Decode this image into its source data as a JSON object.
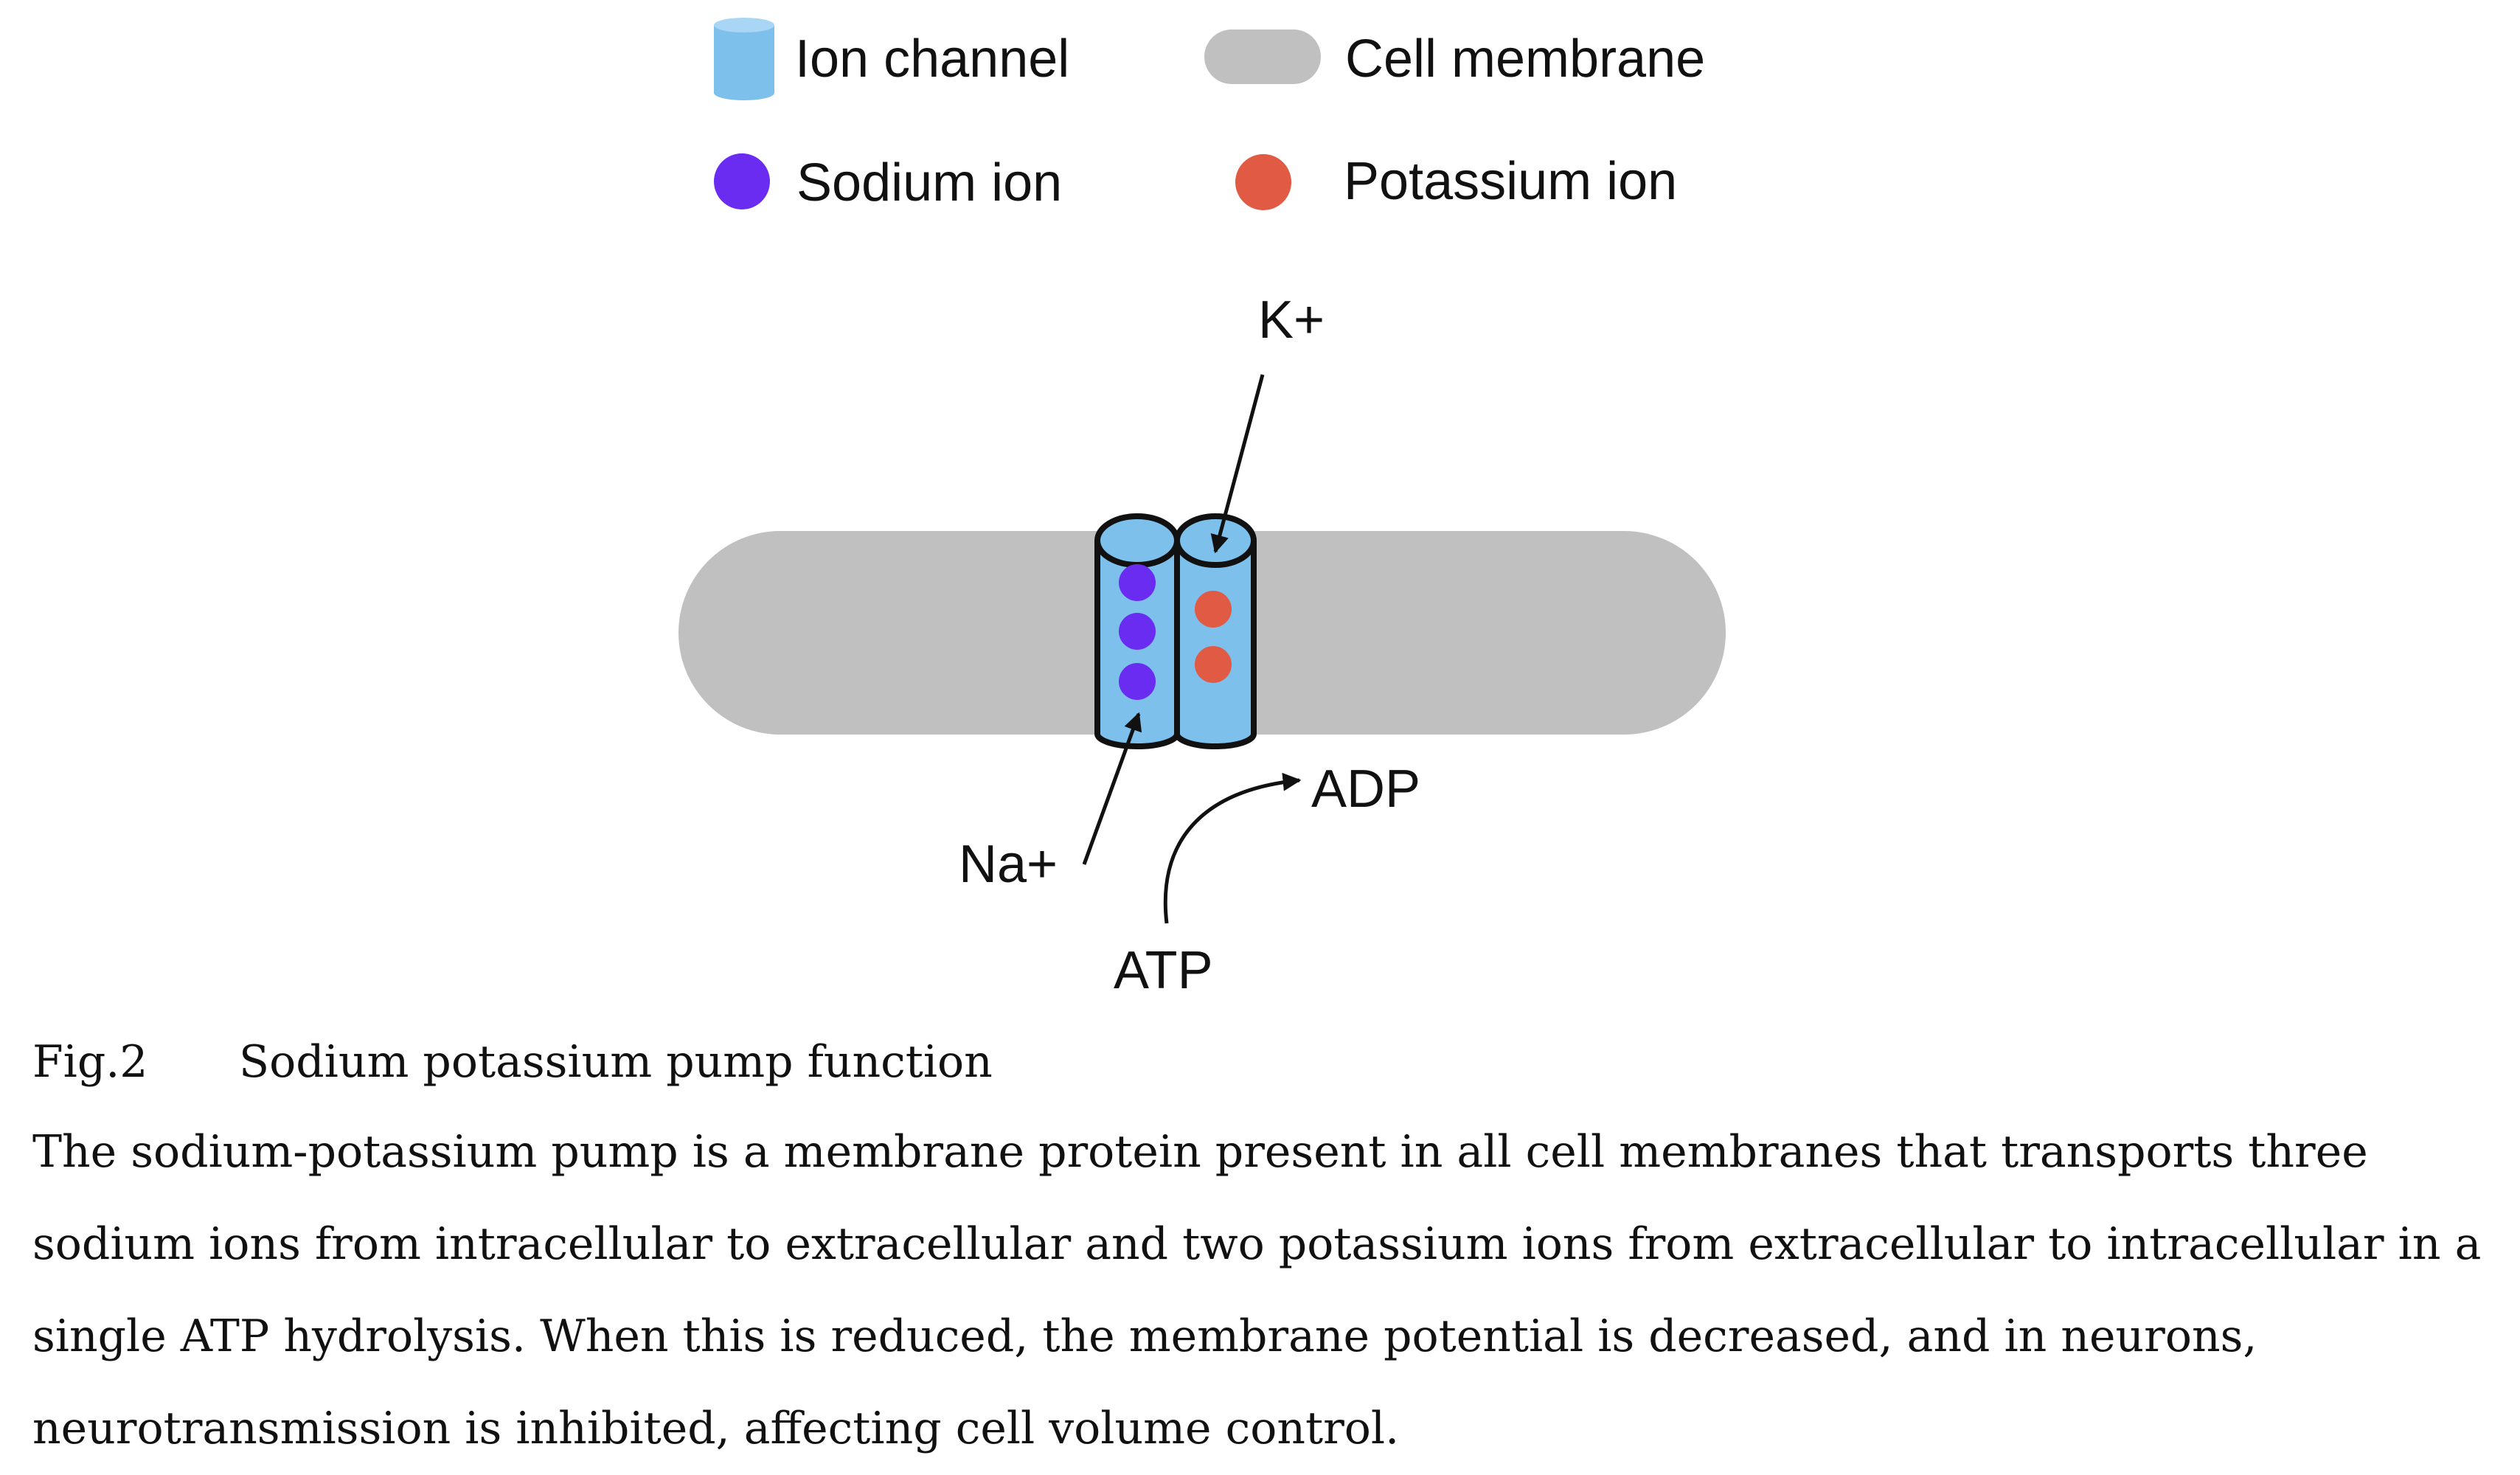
{
  "legend": {
    "ion_channel": "Ion channel",
    "cell_membrane": "Cell membrane",
    "sodium_ion": "Sodium ion",
    "potassium_ion": "Potassium ion"
  },
  "labels": {
    "k_plus": "K+",
    "na_plus": "Na+",
    "adp": "ADP",
    "atp": "ATP"
  },
  "caption": {
    "fig_number": "Fig.2",
    "fig_title": "Sodium potassium pump function",
    "description": "The sodium-potassium pump is a membrane protein present in all cell membranes that transports three sodium ions from intracellular to extracellular and two potassium ions from extracellular to intracellular in a single ATP hydrolysis. When this is reduced, the membrane potential is decreased, and in neurons, neurotransmission is inhibited, affecting cell volume control."
  },
  "colors": {
    "channel": "#7dc0ec",
    "membrane": "#c0c0c0",
    "sodium": "#6a2cf0",
    "potassium": "#e05a44",
    "outline": "#111111"
  }
}
